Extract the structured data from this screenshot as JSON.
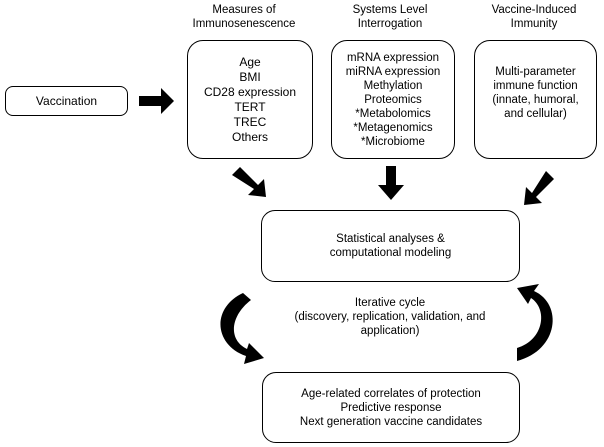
{
  "vaccination": {
    "label": "Vaccination"
  },
  "columns": [
    {
      "heading": [
        "Measures of",
        "Immunosenescence"
      ],
      "items": [
        "Age",
        "BMI",
        "CD28 expression",
        "TERT",
        "TREC",
        "Others"
      ]
    },
    {
      "heading": [
        "Systems Level",
        "Interrogation"
      ],
      "items": [
        "mRNA expression",
        "miRNA expression",
        "Methylation",
        "Proteomics",
        "*Metabolomics",
        "*Metagenomics",
        "*Microbiome"
      ]
    },
    {
      "heading": [
        "Vaccine-Induced",
        "Immunity"
      ],
      "items": [
        "Multi-parameter",
        "immune function",
        "(innate, humoral,",
        "and cellular)"
      ]
    }
  ],
  "analysis": {
    "lines": [
      "Statistical analyses &",
      "computational modeling"
    ]
  },
  "cycle": {
    "lines": [
      "Iterative cycle",
      "(discovery, replication, validation, and",
      "application)"
    ]
  },
  "outcome": {
    "lines": [
      "Age-related correlates of protection",
      "Predictive response",
      "Next generation vaccine candidates"
    ]
  }
}
